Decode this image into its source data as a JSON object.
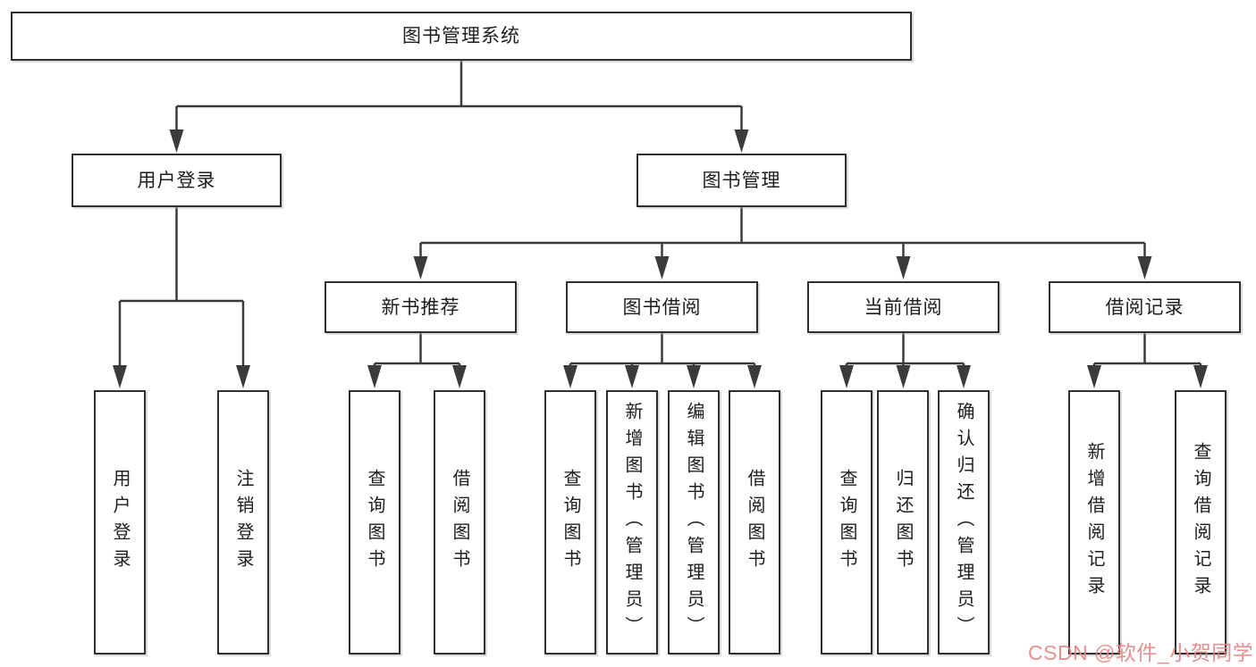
{
  "diagram": {
    "title": "图书管理系统",
    "nodes": {
      "root": "图书管理系统",
      "l2": [
        "用户登录",
        "图书管理"
      ],
      "l3": [
        "新书推荐",
        "图书借阅",
        "当前借阅",
        "借阅记录"
      ],
      "leaves_user": [
        "用户登录",
        "注销登录"
      ],
      "leaves_newbook": [
        "查询图书",
        "借阅图书"
      ],
      "leaves_borrow": [
        "查询图书",
        "新增图书（管理员）",
        "编辑图书（管理员）",
        "借阅图书"
      ],
      "leaves_current": [
        "查询图书",
        "归还图书",
        "确认归还（管理员）"
      ],
      "leaves_records": [
        "新增借阅记录",
        "查询借阅记录"
      ]
    },
    "colors": {
      "line": "#3b3b3b",
      "box_border": "#2f2f2f",
      "background": "#ffffff",
      "watermark": "#e68686"
    }
  },
  "watermark": {
    "text": "CSDN @软件_小贺同学"
  }
}
